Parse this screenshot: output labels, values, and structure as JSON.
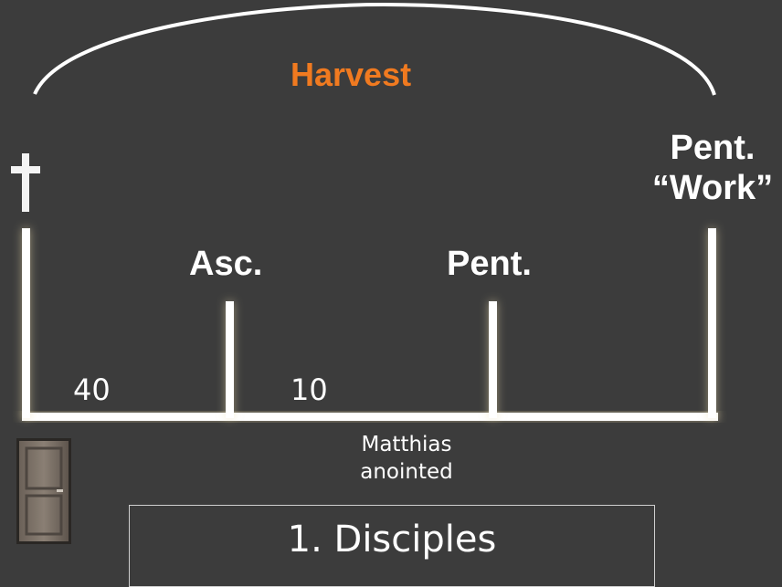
{
  "harvest_label": "Harvest",
  "cross_glyph": "†",
  "markers": {
    "asc": "Asc.",
    "pent": "Pent.",
    "pent_work_line1": "Pent.",
    "pent_work_line2": "“Work”"
  },
  "intervals": {
    "first": "40",
    "second": "10"
  },
  "matthias_line1": "Matthias",
  "matthias_line2": "anointed",
  "box_label": "1. Disciples",
  "colors": {
    "background": "#3c3c3c",
    "accent": "#f07a20",
    "line": "#ffffff",
    "glow": "#e8d9a8"
  },
  "icons": {
    "cross": "cross-icon",
    "door": "door-icon"
  }
}
